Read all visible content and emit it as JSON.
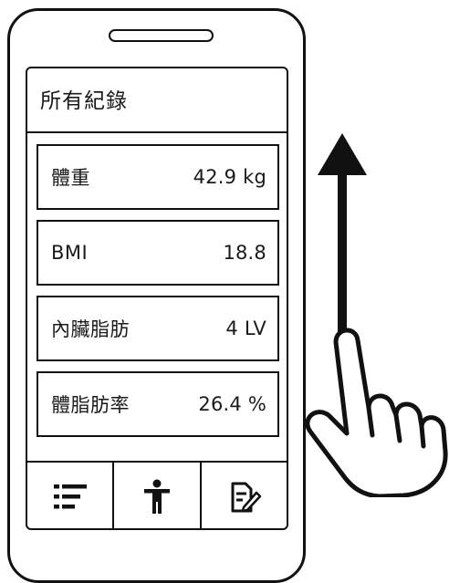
{
  "screen": {
    "title": "所有紀錄"
  },
  "records": [
    {
      "label": "體重",
      "value": "42.9 kg"
    },
    {
      "label": "BMI",
      "value": "18.8"
    },
    {
      "label": "內臟脂肪",
      "value": "4 LV"
    },
    {
      "label": "體脂肪率",
      "value": "26.4 %"
    }
  ],
  "tabs": [
    {
      "icon": "list-icon"
    },
    {
      "icon": "body-icon"
    },
    {
      "icon": "edit-note-icon"
    }
  ],
  "gesture": {
    "direction": "up",
    "icons": [
      "swipe-up-arrow-icon",
      "pointing-hand-icon"
    ]
  }
}
